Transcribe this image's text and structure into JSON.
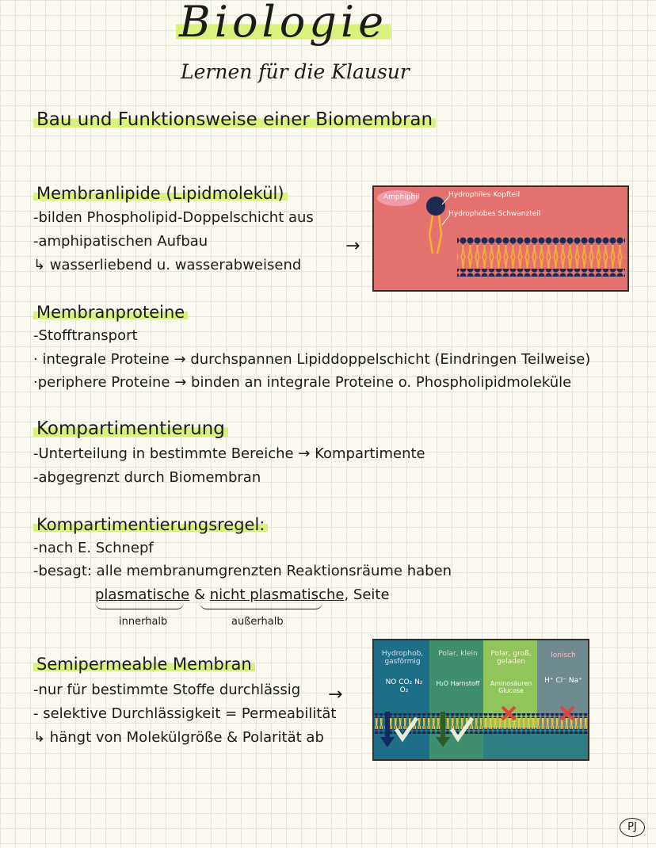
{
  "header": {
    "title": "Biologie",
    "subtitle": "Lernen für die Klausur"
  },
  "main_heading": "Bau und Funktionsweise einer Biomembran",
  "lipids": {
    "heading": "Membranlipide (Lipidmolekül)",
    "lines": [
      "-bilden Phospholipid-Doppelschicht aus",
      "-amphipatischen Aufbau",
      "↳ wasserliebend u. wasserabweisend"
    ],
    "figure": {
      "label_amphiphil": "Amphiphil",
      "label_head": "Hydrophiles Kopfteil",
      "label_tail": "Hydrophobes Schwanzteil"
    }
  },
  "proteins": {
    "heading": "Membranproteine",
    "lines": [
      "-Stofftransport",
      "· integrale Proteine → durchspannen Lipiddoppelschicht (Eindringen Teilweise)",
      "·periphere Proteine → binden an integrale Proteine o. Phospholipidmoleküle"
    ]
  },
  "compart": {
    "heading": "Kompartimentierung",
    "lines": [
      "-Unterteilung in bestimmte Bereiche → Kompartimente",
      "-abgegrenzt durch Biomembran"
    ]
  },
  "rule": {
    "heading": "Kompartimentierungsregel:",
    "line1": "-nach E. Schnepf",
    "line2": "-besagt: alle membranumgrenzten Reaktionsräume haben",
    "plasm": "plasmatische",
    "amp": "&",
    "nonplasm": "nicht plasmatische",
    "seite": ", Seite",
    "inner": "innerhalb",
    "outer": "außerhalb"
  },
  "semi": {
    "heading": "Semipermeable Membran",
    "lines": [
      "-nur für bestimmte Stoffe durchlässig",
      "- selektive Durchlässigkeit = Permeabilität",
      "↳ hängt von Molekülgröße & Polarität ab"
    ],
    "figure": {
      "col1_title": "Hydrophob, gasförmig",
      "col1_items": "NO  CO₂  N₂  O₂",
      "col2_title": "Polar, klein",
      "col2_items": "H₂O  Harnstoff",
      "col3_title": "Polar, groß, geladen",
      "col3_items": "Aminosäuren  Glucose",
      "col4_title": "Ionisch",
      "col4_items": "H⁺  Cl⁻  Na⁺"
    }
  },
  "signature": "PJ"
}
